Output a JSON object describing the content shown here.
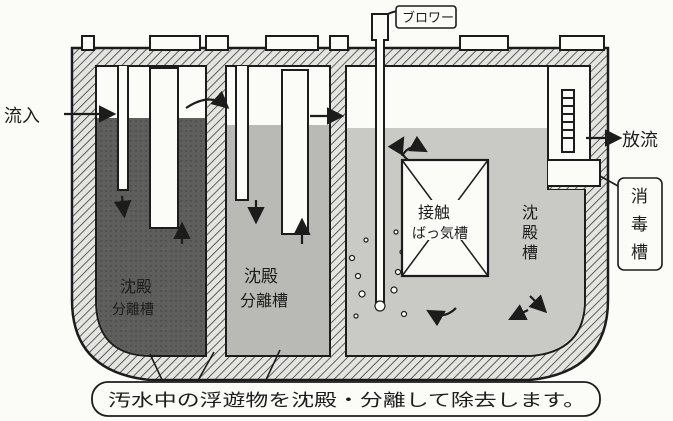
{
  "labels": {
    "inflow": "流入",
    "blower": "ブロワー",
    "discharge": "放流",
    "tank1_line1": "沈殿",
    "tank1_line2": "分離槽",
    "tank2_line1": "沈殿",
    "tank2_line2": "分離槽",
    "aeration_line1": "接触",
    "aeration_line2": "ばっ気槽",
    "settling_line1": "沈",
    "settling_line2": "殿",
    "settling_line3": "槽",
    "disinfect_line1": "消",
    "disinfect_line2": "毒",
    "disinfect_line3": "槽",
    "caption": "汚水中の浮遊物を沈殿・分離して除去します。"
  },
  "colors": {
    "ink": "#1c1c1c",
    "wall_fill": "#d8d8d4",
    "tank1_water": "#5e5e5c",
    "tank2_water": "#b9b9b5",
    "tank3_water": "#c9c9c5",
    "paper": "#fbfbf8"
  }
}
